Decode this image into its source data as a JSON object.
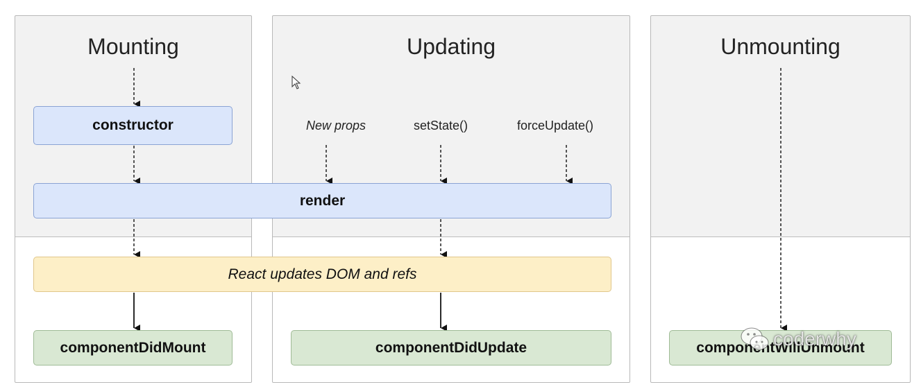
{
  "columns": {
    "mounting": {
      "title": "Mounting"
    },
    "updating": {
      "title": "Updating"
    },
    "unmounting": {
      "title": "Unmounting"
    }
  },
  "triggers": {
    "new_props": "New props",
    "set_state": "setState()",
    "force_update": "forceUpdate()"
  },
  "boxes": {
    "constructor": "constructor",
    "render": "render",
    "dom_update": "React updates DOM and refs",
    "did_mount": "componentDidMount",
    "did_update": "componentDidUpdate",
    "will_unmount": "componentWillUnmount"
  },
  "colors": {
    "blue_box": "#dbe6fb",
    "yellow_box": "#fdefc7",
    "green_box": "#d9e8d3",
    "column_bg": "#f2f2f2"
  },
  "watermark": {
    "text": "coderwhy",
    "icon": "wechat-icon"
  }
}
